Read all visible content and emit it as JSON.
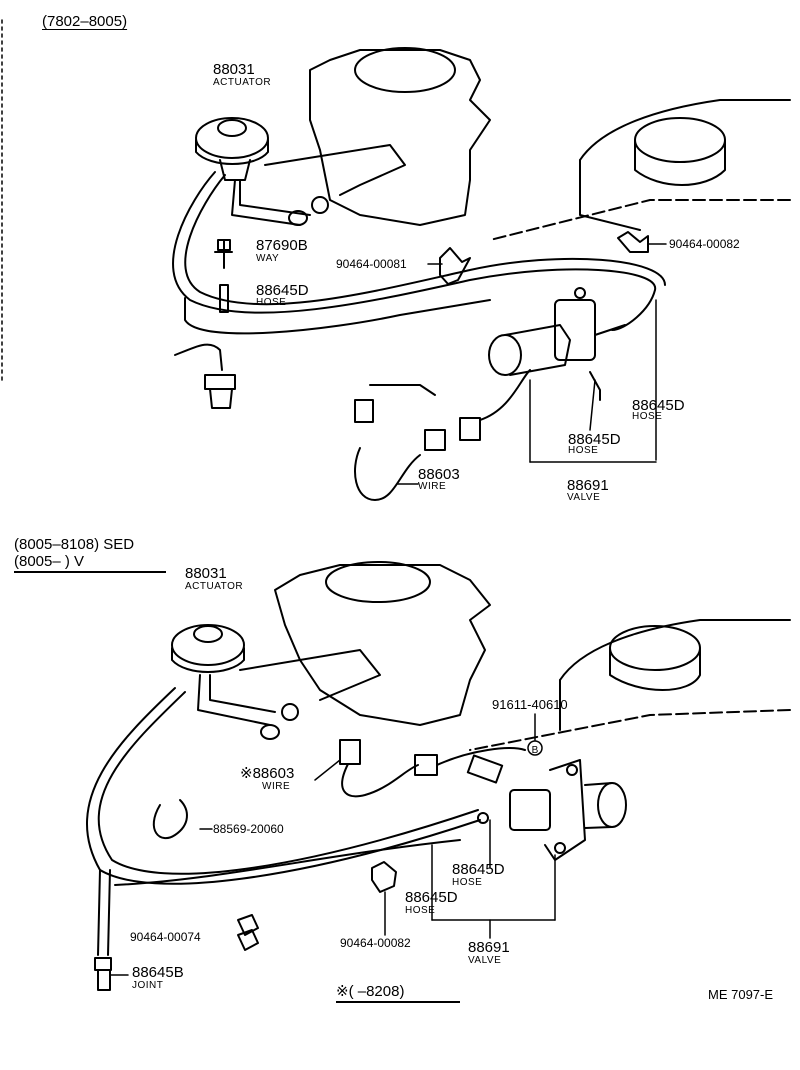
{
  "sections": [
    {
      "header": "(7802–8005)",
      "parts": {
        "actuator": {
          "number": "88031",
          "name": "ACTUATOR"
        },
        "way": {
          "number": "87690B",
          "name": "WAY"
        },
        "hose_left": {
          "number": "88645D",
          "name": "HOSE"
        },
        "clamp_1": {
          "number": "90464-00081"
        },
        "clamp_2": {
          "number": "90464-00082"
        },
        "hose_right": {
          "number": "88645D",
          "name": "HOSE"
        },
        "hose_center": {
          "number": "88645D",
          "name": "HOSE"
        },
        "wire": {
          "number": "88603",
          "name": "WIRE"
        },
        "valve": {
          "number": "88691",
          "name": "VALVE"
        }
      }
    },
    {
      "header_line1": "(8005–8108)  SED",
      "header_line2": "(8005–        )  V",
      "parts": {
        "actuator": {
          "number": "88031",
          "name": "ACTUATOR"
        },
        "bolt": {
          "number": "91611-40610"
        },
        "bolt_callout": "B",
        "wire": {
          "number": "※88603",
          "name": "WIRE"
        },
        "clamp_a": {
          "number": "88569-20060"
        },
        "hose_1": {
          "number": "88645D",
          "name": "HOSE"
        },
        "hose_2": {
          "number": "88645D",
          "name": "HOSE"
        },
        "clamp_b": {
          "number": "90464-00074"
        },
        "clamp_c": {
          "number": "90464-00082"
        },
        "valve": {
          "number": "88691",
          "name": "VALVE"
        },
        "joint": {
          "number": "88645B",
          "name": "JOINT"
        }
      },
      "footnote": "※(      –8208)"
    }
  ],
  "figure_code": "ME  7097-E"
}
